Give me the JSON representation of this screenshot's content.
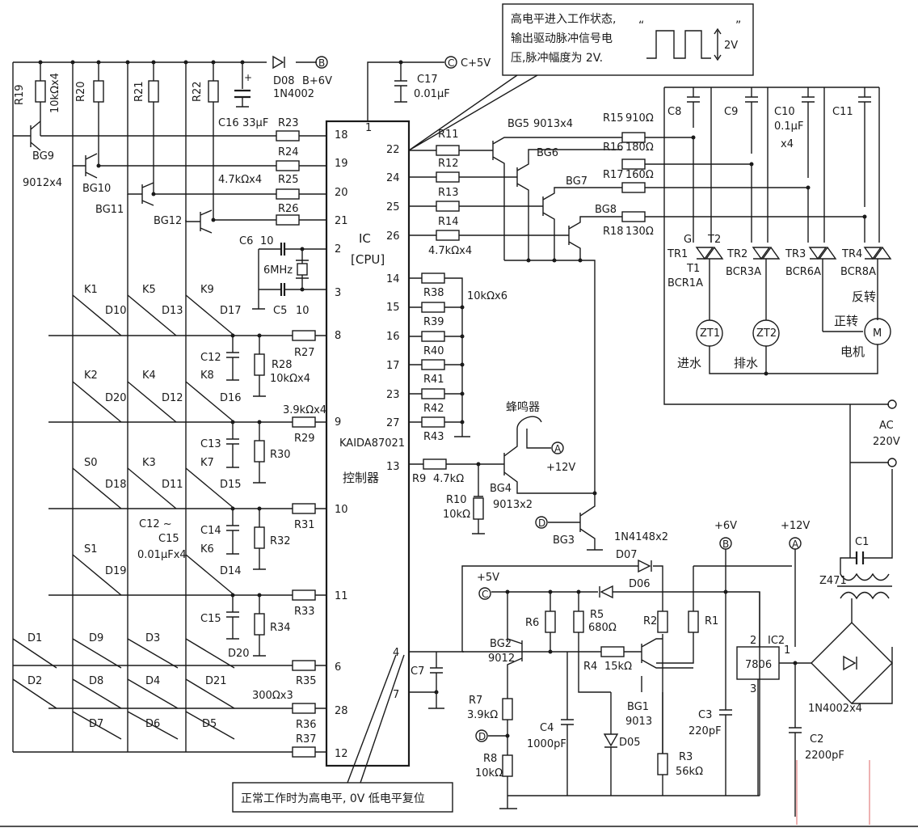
{
  "ic": {
    "label": "IC",
    "sub": "[CPU]",
    "part": "KAIDA87021",
    "name": "控制器"
  },
  "ic_pins": {
    "left": [
      "18",
      "19",
      "20",
      "21",
      "2",
      "3",
      "8",
      "9",
      "10",
      "11",
      "6",
      "28",
      "12"
    ],
    "right": [
      "1",
      "22",
      "24",
      "25",
      "26",
      "14",
      "15",
      "16",
      "17",
      "23",
      "27",
      "13",
      "4",
      "7"
    ]
  },
  "labels": {
    "r19": "R19",
    "r19v": "10kΩx4",
    "r20": "R20",
    "r21": "R21",
    "r22": "R22",
    "d08": "D08",
    "d08v": "1N4002",
    "b6v": "B+6V",
    "c16": "C16",
    "c16v": "33μF",
    "c17": "C17",
    "c17v": "0.01μF",
    "c5v": "C+5V",
    "r23": "R23",
    "r24": "R24",
    "r25": "R25",
    "r26": "R26",
    "r2326v": "4.7kΩx4",
    "bg9": "BG9",
    "bg9v": "9012x4",
    "bg10": "BG10",
    "bg11": "BG11",
    "bg12": "BG12",
    "c6": "C6",
    "c6v": "10",
    "xtal": "6MHz",
    "c5": "C5",
    "c5val": "10",
    "k1": "K1",
    "k5": "K5",
    "k9": "K9",
    "d10": "D10",
    "d13": "D13",
    "d17": "D17",
    "k2": "K2",
    "k4": "K4",
    "k8": "K8",
    "d20": "D20",
    "d12": "D12",
    "d16": "D16",
    "s0": "S0",
    "k3": "K3",
    "k7": "K7",
    "d18": "D18",
    "d11": "D11",
    "d15": "D15",
    "s1": "S1",
    "k6": "K6",
    "d19": "D19",
    "d14": "D14",
    "c12": "C12",
    "c13": "C13",
    "c14": "C14",
    "c15": "C15",
    "c12c15": "C12 ~",
    "c12c15b": "C15",
    "c12c15v": "0.01μFx4",
    "r27": "R27",
    "r28": "R28",
    "r28v": "10kΩx4",
    "r29": "R29",
    "r29v": "3.9kΩx4",
    "r30": "R30",
    "r31": "R31",
    "r32": "R32",
    "r33": "R33",
    "r34": "R34",
    "d1": "D1",
    "d2": "D2",
    "d9": "D9",
    "d8": "D8",
    "d7": "D7",
    "d3": "D3",
    "d4": "D4",
    "d6": "D6",
    "d5": "D5",
    "d20b": "D20",
    "d21": "D21",
    "r35": "R35",
    "r36": "R36",
    "r37": "R37",
    "r3537v": "300Ωx3",
    "r11": "R11",
    "r12": "R12",
    "r13": "R13",
    "r14": "R14",
    "r1114v": "4.7kΩx4",
    "bg5": "BG5",
    "bg5v": "9013x4",
    "bg6": "BG6",
    "bg7": "BG7",
    "bg8": "BG8",
    "r15": "R15",
    "r15v": "910Ω",
    "r16": "R16",
    "r16v": "180Ω",
    "r17": "R17",
    "r17v": "160Ω",
    "r18": "R18",
    "r18v": "130Ω",
    "c8": "C8",
    "c9": "C9",
    "c10": "C10",
    "c11": "C11",
    "c10v": "0.1μF",
    "c10n": "x4",
    "g": "G",
    "t2": "T2",
    "t1": "T1",
    "tr1": "TR1",
    "tr2": "TR2",
    "tr3": "TR3",
    "tr4": "TR4",
    "bcr1": "BCR1A",
    "bcr3": "BCR3A",
    "bcr6": "BCR6A",
    "bcr8": "BCR8A",
    "zt1": "ZT1",
    "zt2": "ZT2",
    "m": "M",
    "fanzhuan": "反转",
    "zhengzhuan": "正转",
    "jinshui": "进水",
    "paishui": "排水",
    "dianji": "电机",
    "ac": "AC",
    "ac220": "220V",
    "r38": "R38",
    "r39": "R39",
    "r40": "R40",
    "r41": "R41",
    "r42": "R42",
    "r43": "R43",
    "r3843v": "10kΩx6",
    "buzzer": "蜂鸣器",
    "a": "A",
    "p12v": "+12V",
    "r9": "R9",
    "r9v": "4.7kΩ",
    "r10": "R10",
    "r10v": "10kΩ",
    "bg4": "BG4",
    "bg4v": "9013x2",
    "bg3": "BG3",
    "d": "D",
    "n4148": "1N4148x2",
    "d07": "D07",
    "d06": "D06",
    "p5v": "+5V",
    "c": "C",
    "p6v": "+6V",
    "b": "B",
    "p12b": "+12V",
    "bg2": "BG2",
    "bg2v": "9012",
    "r6": "R6",
    "r5": "R5",
    "r5v": "680Ω",
    "r2": "R2",
    "r1": "R1",
    "r4": "R4",
    "r4v": "15kΩ",
    "bg1": "BG1",
    "bg1v": "9013",
    "c7": "C7",
    "r7": "R7",
    "r7v": "3.9kΩ",
    "c4": "C4",
    "c4v": "1000pF",
    "d05": "D05",
    "r8": "R8",
    "r8v": "10kΩ",
    "r3": "R3",
    "r3v": "56kΩ",
    "c3": "C3",
    "c3v": "220pF",
    "ic2": "IC2",
    "ic2part": "7806",
    "ic2p1": "1",
    "ic2p2": "2",
    "ic2p3": "3",
    "c2": "C2",
    "c2v": "2200pF",
    "c1": "C1",
    "z471": "Z471",
    "bridge": "1N4002x4",
    "v2": "2V"
  },
  "annotations": {
    "top1": "高电平进入工作状态,",
    "top2": "输出驱动脉冲信号电",
    "top3": "压,脉冲幅度为 2V.",
    "bottom": "正常工作时为高电平, 0V 低电平复位",
    "quote_open": "“",
    "quote_close": "”"
  }
}
